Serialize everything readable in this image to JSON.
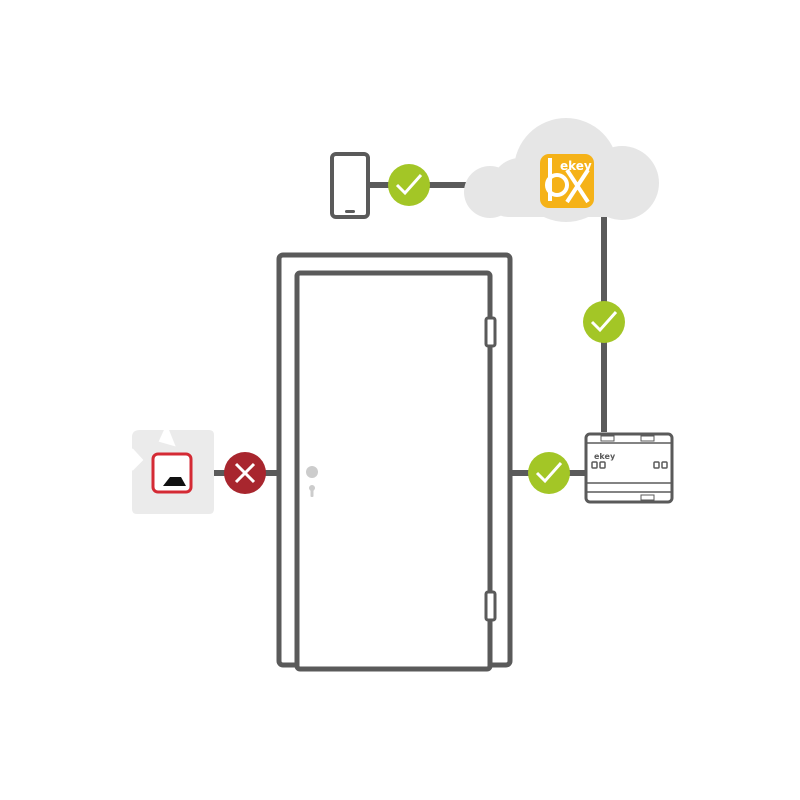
{
  "colors": {
    "line": "#5a5a5a",
    "ok": "#a3c626",
    "error": "#a8262e",
    "cloud": "#e6e6e6",
    "app_icon": "#f5b218",
    "reader_panel": "#ebebeb",
    "reader_red": "#d42a34"
  },
  "cloud_app": {
    "icon": "ekey-bionyx-app-icon",
    "brand_text": "ekey"
  },
  "control_unit": {
    "brand_text": "ekey"
  },
  "connections": [
    {
      "id": "phone-to-cloud",
      "status": "ok",
      "icon": "check-icon"
    },
    {
      "id": "cloud-to-control-unit",
      "status": "ok",
      "icon": "check-icon"
    },
    {
      "id": "control-unit-to-door",
      "status": "ok",
      "icon": "check-icon"
    },
    {
      "id": "reader-to-door",
      "status": "error",
      "icon": "cross-icon"
    }
  ]
}
